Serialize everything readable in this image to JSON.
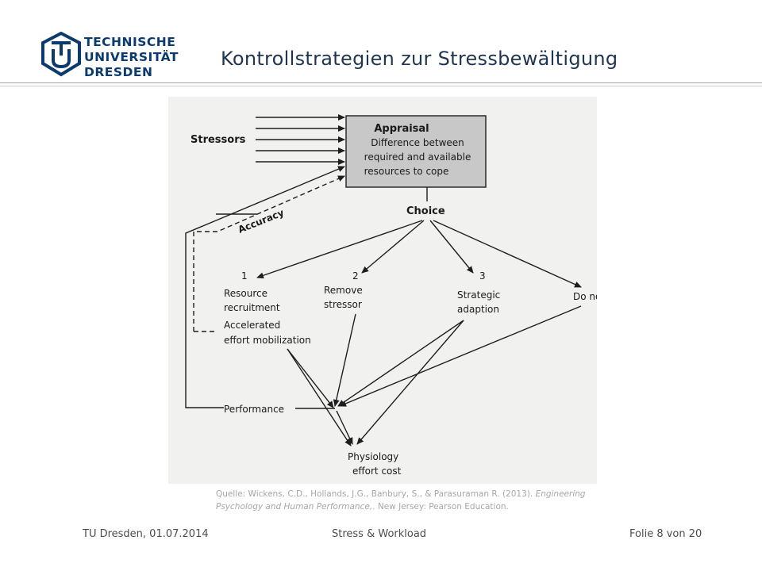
{
  "header": {
    "institution_lines": [
      "TECHNISCHE",
      "UNIVERSITÄT",
      "DRESDEN"
    ],
    "title": "Kontrollstrategien zur Stressbewältigung"
  },
  "diagram": {
    "appraisal_title": "Appraisal",
    "appraisal_lines": [
      "Difference between",
      "required and available",
      "resources to cope"
    ],
    "stressors": "Stressors",
    "accuracy": "Accuracy",
    "choice": "Choice",
    "options": [
      {
        "number": "1",
        "lines": [
          "Resource",
          "recruitment"
        ]
      },
      {
        "number": "2",
        "lines": [
          "Remove",
          "stressor"
        ]
      },
      {
        "number": "3",
        "lines": [
          "Strategic",
          "adaption"
        ]
      },
      {
        "number": "",
        "lines": [
          "Do nothing"
        ]
      }
    ],
    "accelerated_lines": [
      "Accelerated",
      "effort mobilization"
    ],
    "performance": "Performance",
    "physiology_lines": [
      "Physiology",
      "effort cost"
    ]
  },
  "source": {
    "prefix": "Quelle: Wickens, C.D., Hollands, J.G., Banbury, S., & Parasuraman R. (2013).",
    "book": "Engineering Psychology and Human Performance,",
    "suffix": ". New Jersey: Pearson Education."
  },
  "footer": {
    "left": "TU Dresden, 01.07.2014",
    "center": "Stress & Workload",
    "right": "Folie 8 von 20"
  },
  "colors": {
    "brand": "#0a3a6e",
    "appraisal_box": "#c8c8c8",
    "scan_background": "#f1f1ef"
  }
}
